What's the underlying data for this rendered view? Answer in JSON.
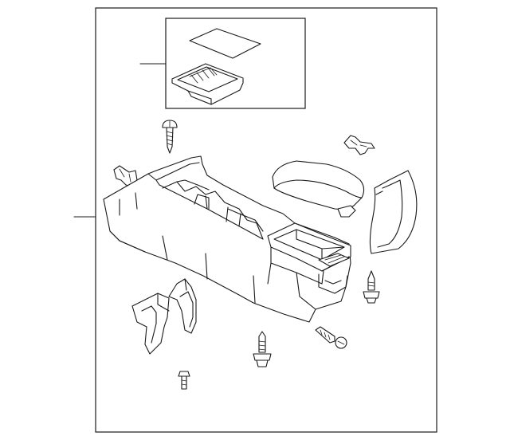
{
  "diagram": {
    "background_color": "#ffffff",
    "line_color": "#1a1a1a",
    "parts": [
      {
        "name": "storage-mat-pad"
      },
      {
        "name": "storage-tray-insert"
      },
      {
        "name": "console-assembly"
      },
      {
        "name": "armrest-lid"
      },
      {
        "name": "end-trim-panel"
      },
      {
        "name": "upper-clip-bracket"
      },
      {
        "name": "left-clip-bracket"
      },
      {
        "name": "rear-mounting-brackets"
      },
      {
        "name": "tapping-screw"
      },
      {
        "name": "retaining-screw"
      },
      {
        "name": "flange-bolt"
      },
      {
        "name": "small-bolt"
      },
      {
        "name": "stud-bolt"
      }
    ]
  }
}
